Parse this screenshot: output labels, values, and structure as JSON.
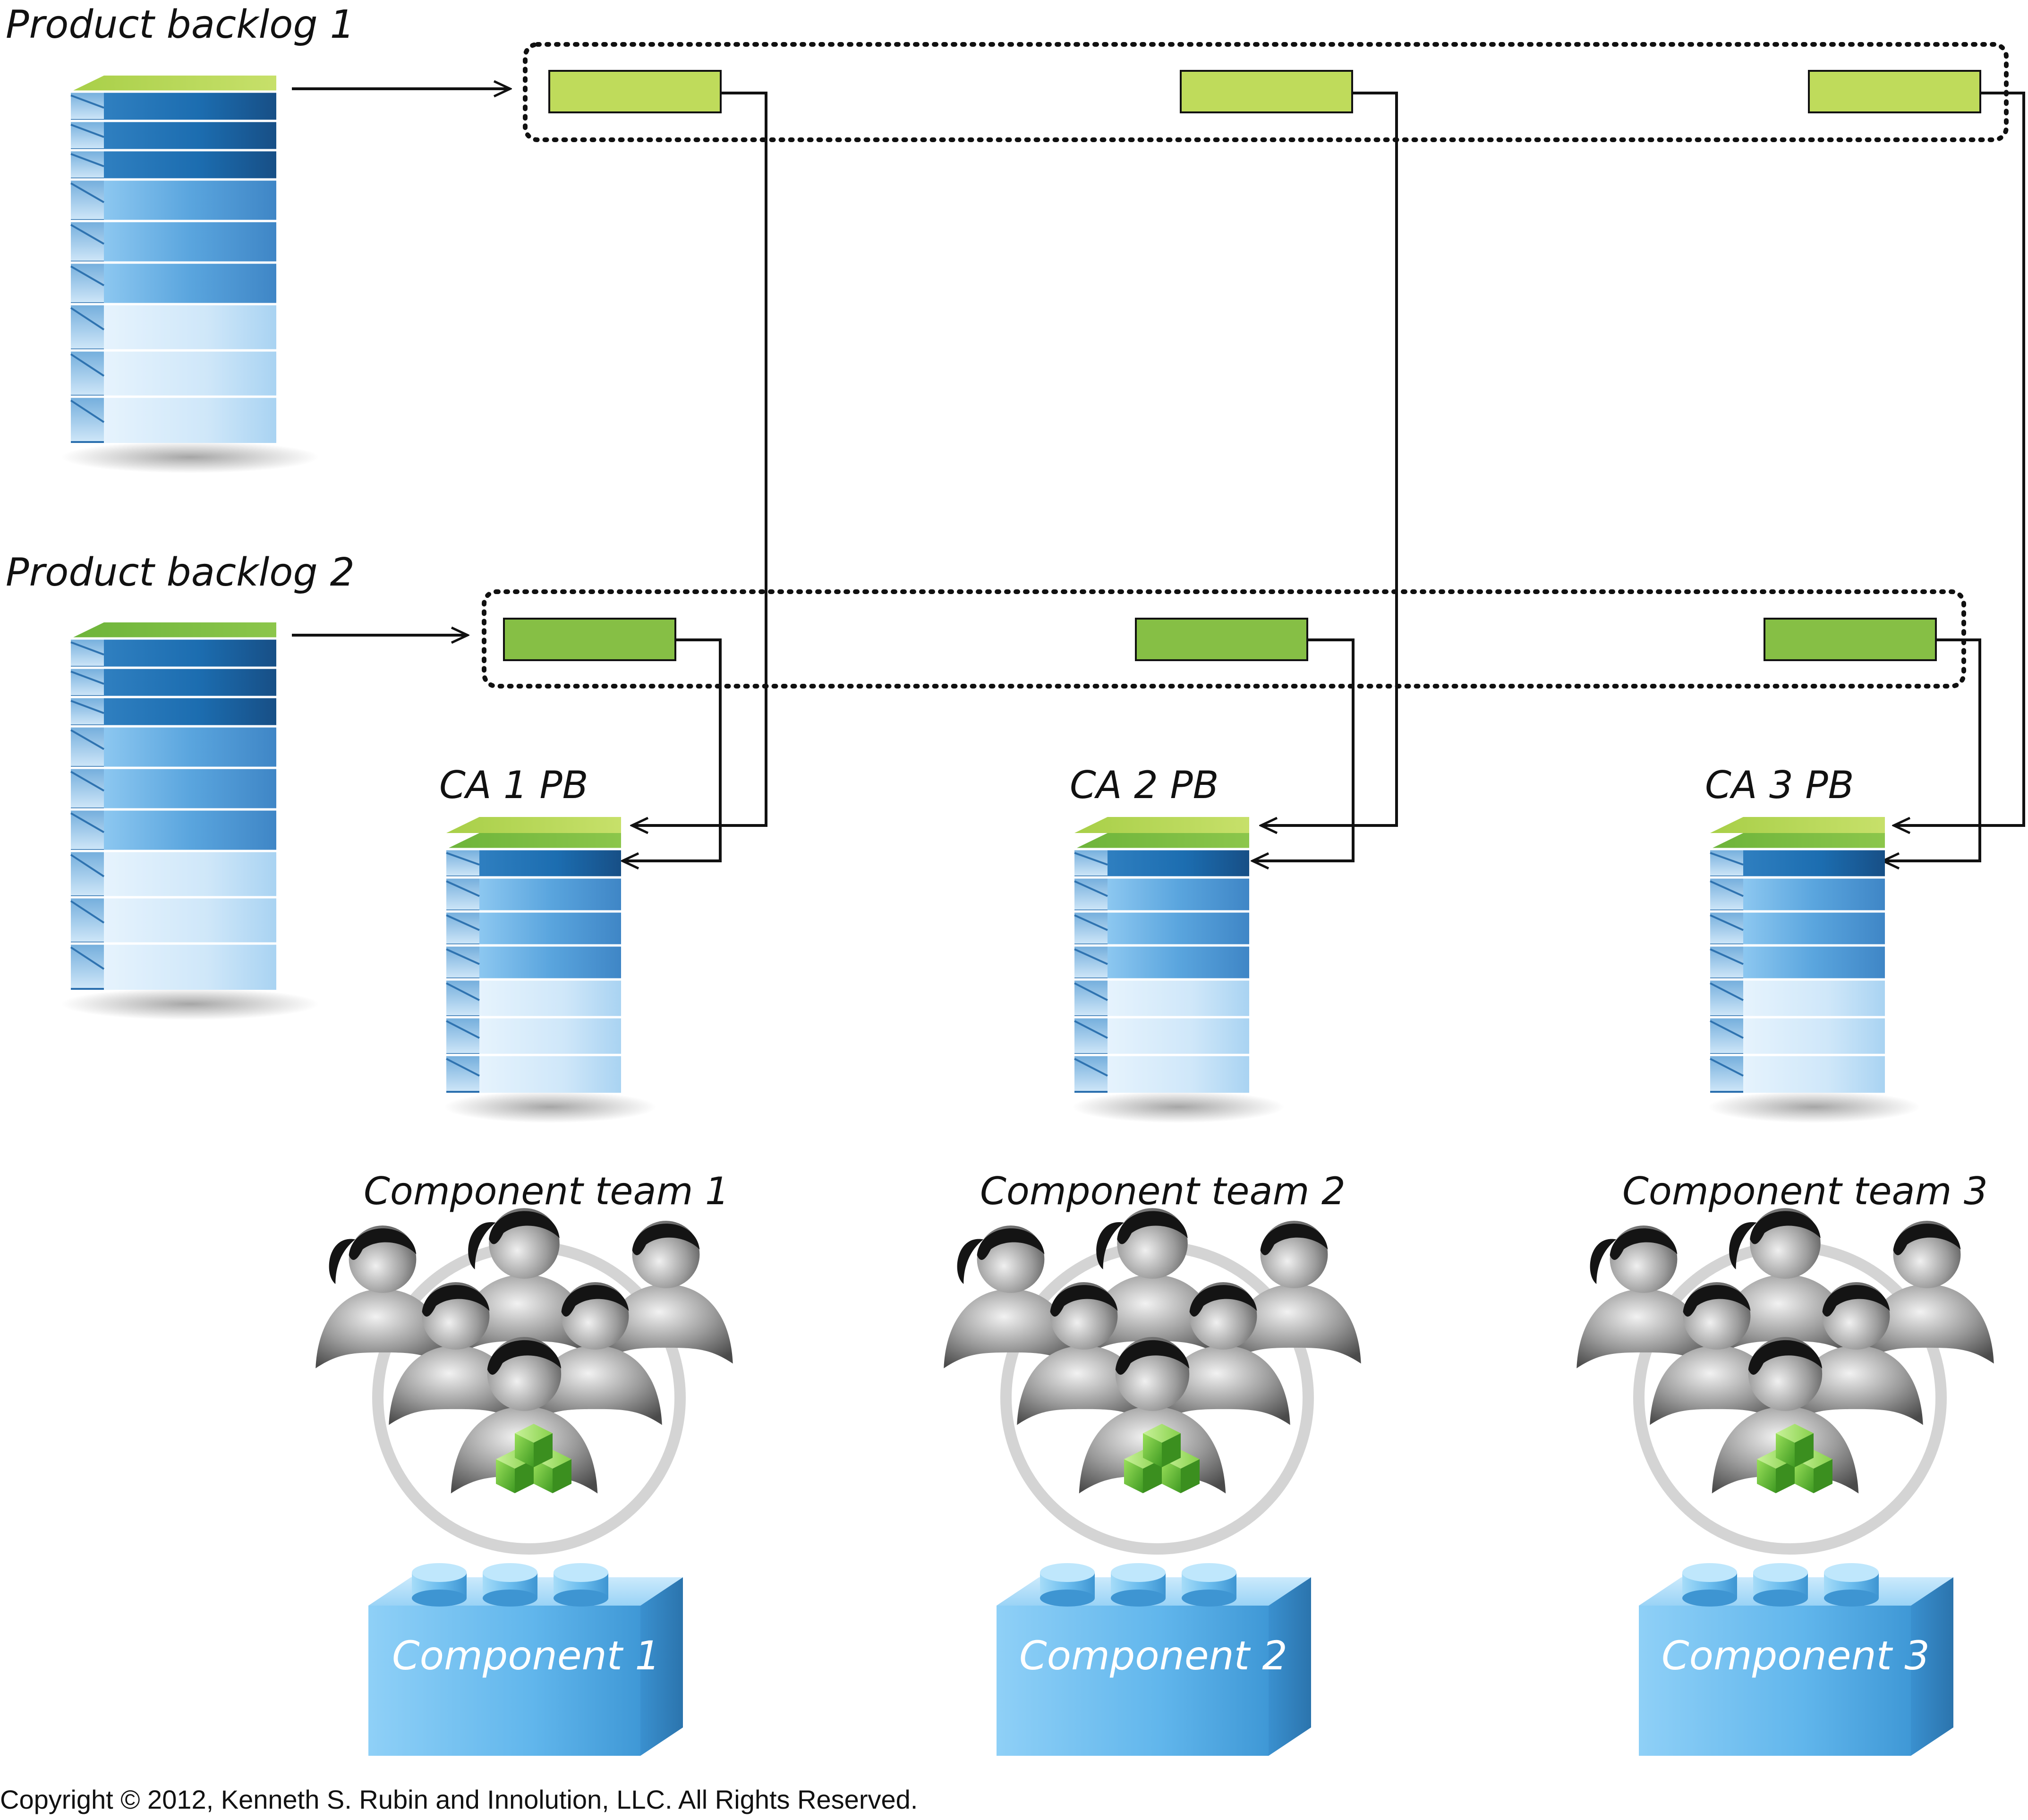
{
  "backlogs": [
    {
      "label": "Product backlog 1"
    },
    {
      "label": "Product backlog 2"
    }
  ],
  "component_area_backlogs": [
    {
      "label": "CA 1 PB"
    },
    {
      "label": "CA 2 PB"
    },
    {
      "label": "CA 3 PB"
    }
  ],
  "teams": [
    {
      "label": "Component team 1"
    },
    {
      "label": "Component team 2"
    },
    {
      "label": "Component team 3"
    }
  ],
  "components": [
    {
      "label": "Component 1"
    },
    {
      "label": "Component 2"
    },
    {
      "label": "Component 3"
    }
  ],
  "footer": {
    "copyright": "Copyright © 2012, Kenneth S. Rubin and Innolution, LLC. All Rights Reserved."
  },
  "colors": {
    "item_green_1": "#bfdb5b",
    "item_green_2": "#86bf45",
    "stack_dark": "#1f6fb3",
    "stack_light": "#cfe8fa",
    "component_blue": "#5fb3ea",
    "person_gray": "#8a8a8a",
    "cube_green": "#6cc33a"
  }
}
